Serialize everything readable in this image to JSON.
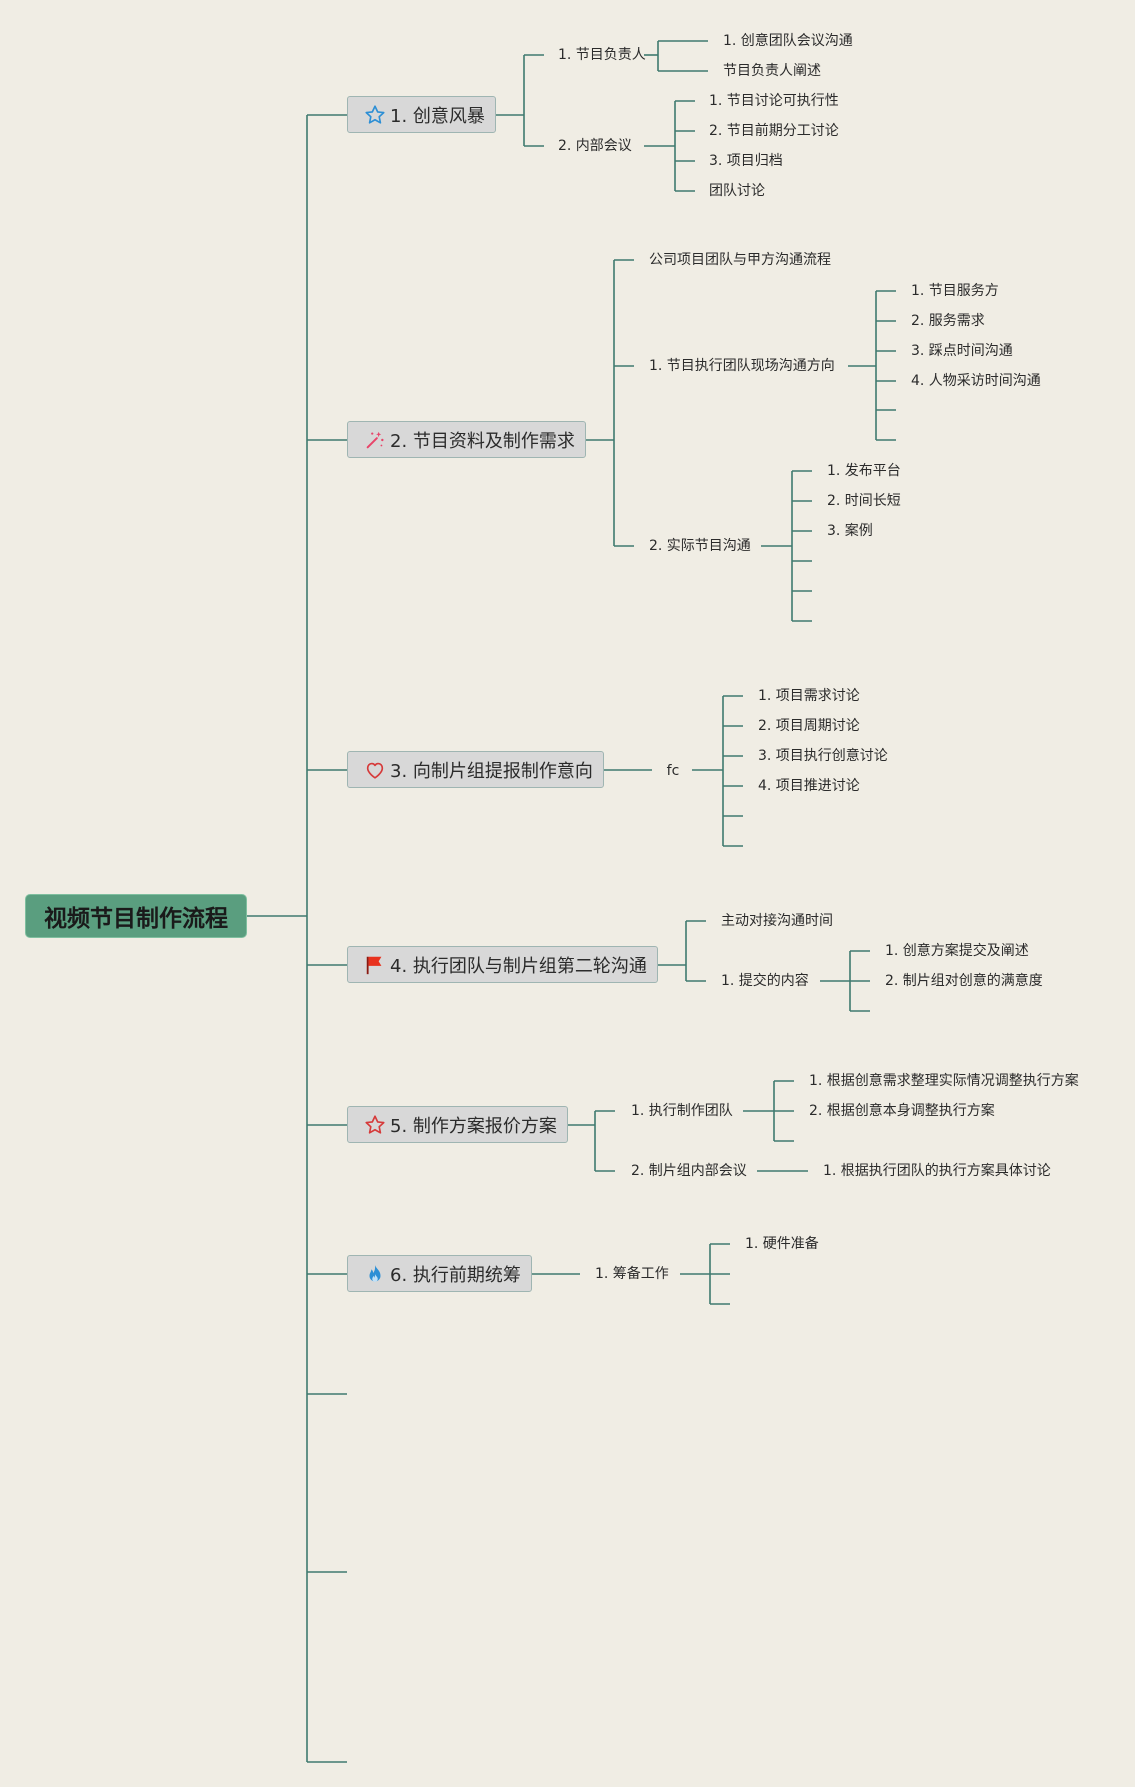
{
  "root": "视频节目制作流程",
  "colors": {
    "line": "#3f7a6f",
    "background": "#f0ede4",
    "root_fill": "#5a9e7f",
    "topic_fill": "#d8d8d8"
  },
  "topics": [
    {
      "label": "1. 创意风暴",
      "icon": "star-outline-icon",
      "icon_color": "#2d8fd5",
      "children": [
        {
          "label": "1. 节目负责人",
          "children": [
            "1. 创意团队会议沟通",
            "节目负责人阐述"
          ]
        },
        {
          "label": "2. 内部会议",
          "children": [
            "1. 节目讨论可执行性",
            "2. 节目前期分工讨论",
            "3. 项目归档",
            "团队讨论"
          ]
        }
      ]
    },
    {
      "label": "2. 节目资料及制作需求",
      "icon": "magic-wand-icon",
      "icon_color": "#e8456a",
      "children": [
        {
          "label": "公司项目团队与甲方沟通流程",
          "children": []
        },
        {
          "label": "1. 节目执行团队现场沟通方向",
          "children": [
            "1. 节目服务方",
            "2. 服务需求",
            "3. 踩点时间沟通",
            "4. 人物采访时间沟通",
            "",
            ""
          ]
        },
        {
          "label": "2. 实际节目沟通",
          "children": [
            "1. 发布平台",
            "2. 时间长短",
            "3. 案例",
            "",
            "",
            ""
          ]
        }
      ]
    },
    {
      "label": "3. 向制片组提报制作意向",
      "icon": "heart-outline-icon",
      "icon_color": "#d63a3a",
      "children": [
        {
          "label": "fc",
          "children": [
            "1. 项目需求讨论",
            "2. 项目周期讨论",
            "3. 项目执行创意讨论",
            "4. 项目推进讨论",
            "",
            ""
          ]
        }
      ]
    },
    {
      "label": "4. 执行团队与制片组第二轮沟通",
      "icon": "flag-icon",
      "icon_color": "#e8321e",
      "children": [
        {
          "label": "主动对接沟通时间",
          "children": []
        },
        {
          "label": "1. 提交的内容",
          "children": [
            "1. 创意方案提交及阐述",
            "2. 制片组对创意的满意度",
            ""
          ]
        }
      ]
    },
    {
      "label": "5. 制作方案报价方案",
      "icon": "star-outline-icon",
      "icon_color": "#d63a3a",
      "children": [
        {
          "label": "1. 执行制作团队",
          "children": [
            "1. 根据创意需求整理实际情况调整执行方案",
            "2. 根据创意本身调整执行方案",
            ""
          ]
        },
        {
          "label": "2. 制片组内部会议",
          "children": [
            "1. 根据执行团队的执行方案具体讨论"
          ]
        }
      ]
    },
    {
      "label": "6. 执行前期统筹",
      "icon": "flame-icon",
      "icon_color": "#2d8fd5",
      "children": [
        {
          "label": "1. 筹备工作",
          "children": [
            "1. 硬件准备",
            "",
            ""
          ]
        }
      ]
    }
  ]
}
